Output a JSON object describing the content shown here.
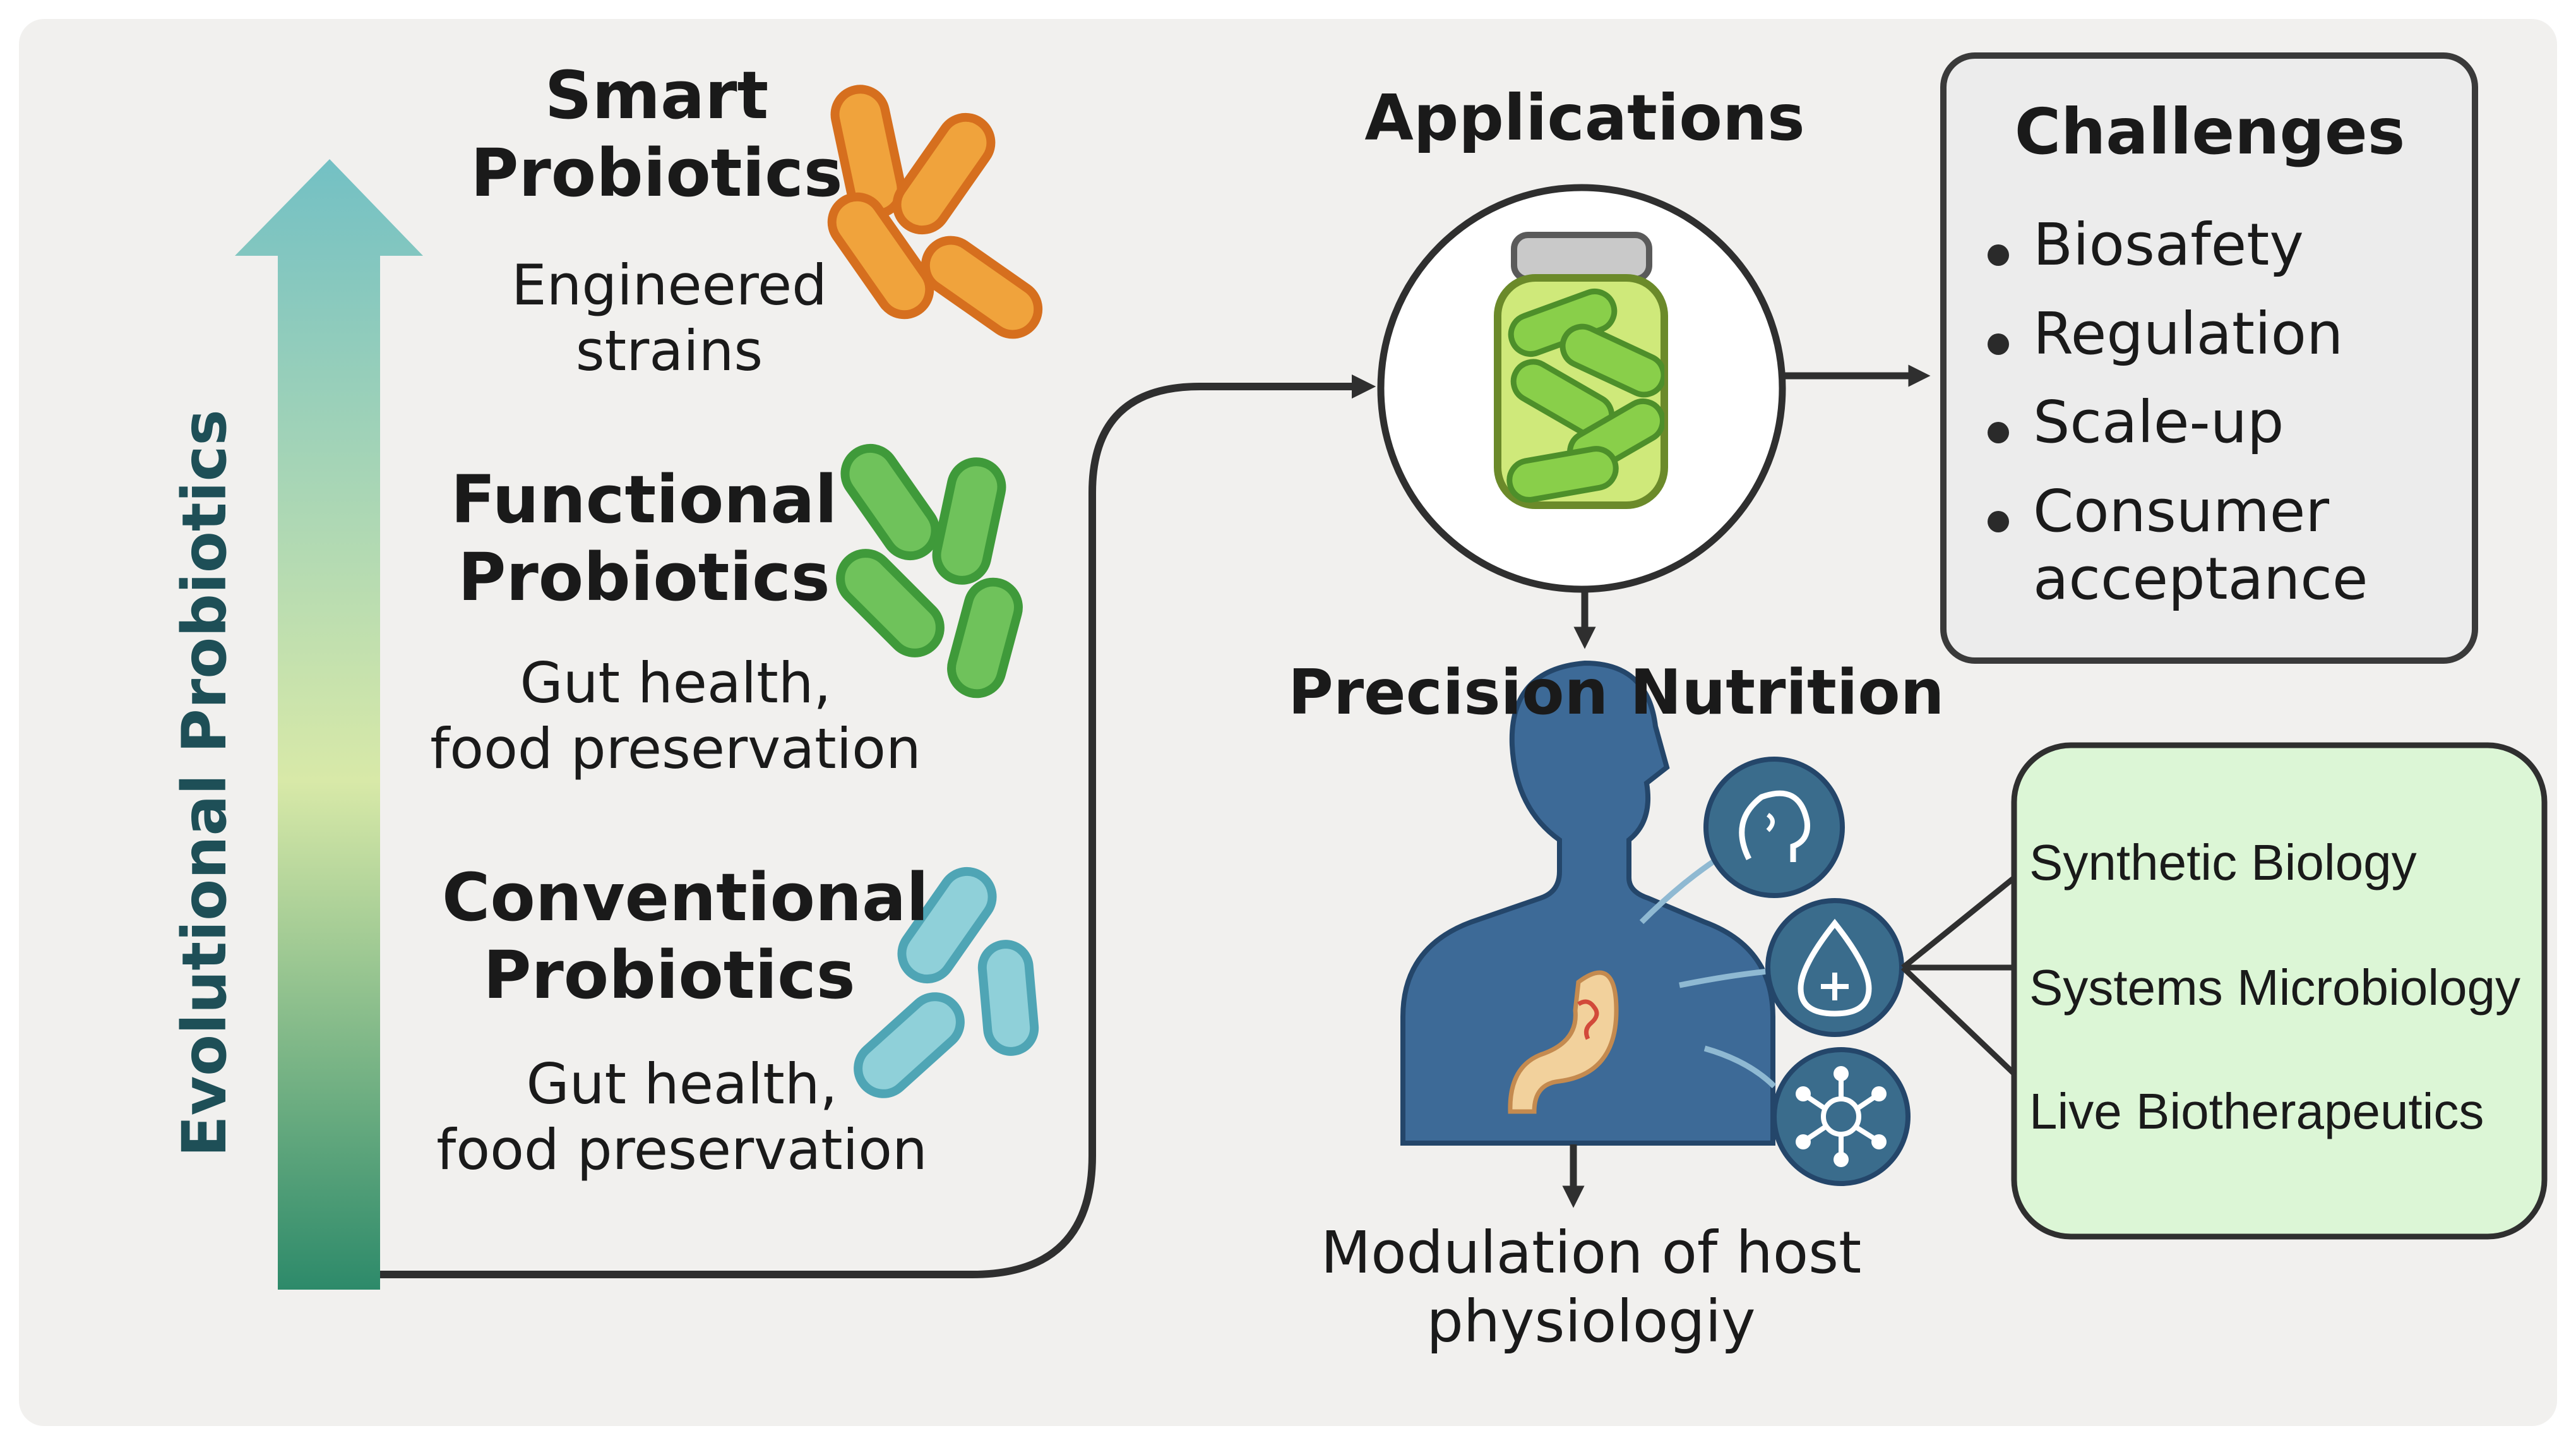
{
  "axis_label": "Evolutional Probiotics",
  "stages": [
    {
      "title_line1": "Smart",
      "title_line2": "Probiotics",
      "desc_line1": "Engineered",
      "desc_line2": "strains",
      "color": "#e8962d"
    },
    {
      "title_line1": "Functional",
      "title_line2": "Probiotics",
      "desc_line1": "Gut health,",
      "desc_line2": "food preservation",
      "color": "#5cb14d"
    },
    {
      "title_line1": "Conventional",
      "title_line2": "Probiotics",
      "desc_line1": "Gut health,",
      "desc_line2": "food preservation",
      "color": "#7cc3cf"
    }
  ],
  "applications": {
    "title": "Applications"
  },
  "challenges": {
    "title": "Challenges",
    "items": [
      "Biosafety",
      "Regulation",
      "Scale-up",
      "Consumer acceptance"
    ]
  },
  "precision_nutrition": {
    "title": "Precision Nutrition"
  },
  "outcome": {
    "line1": "Modulation of host",
    "line2": "physiologiy"
  },
  "technologies": [
    "Synthetic Biology",
    "Systems Microbiology",
    "Live Biotherapeutics"
  ],
  "colors": {
    "arrow_top": "#73c0c4",
    "arrow_mid": "#d8e9a8",
    "arrow_bottom": "#2d8a6a",
    "body_blue": "#3d6a97",
    "icon_blue": "#3a6c8c",
    "tech_box": "#dcf6d6",
    "connector": "#2f2f2f",
    "panel_bg": "#f1f0ee"
  },
  "icons": [
    "brain-icon",
    "droplet-plus-icon",
    "molecule-network-icon",
    "stomach-icon",
    "probiotic-jar-icon"
  ]
}
